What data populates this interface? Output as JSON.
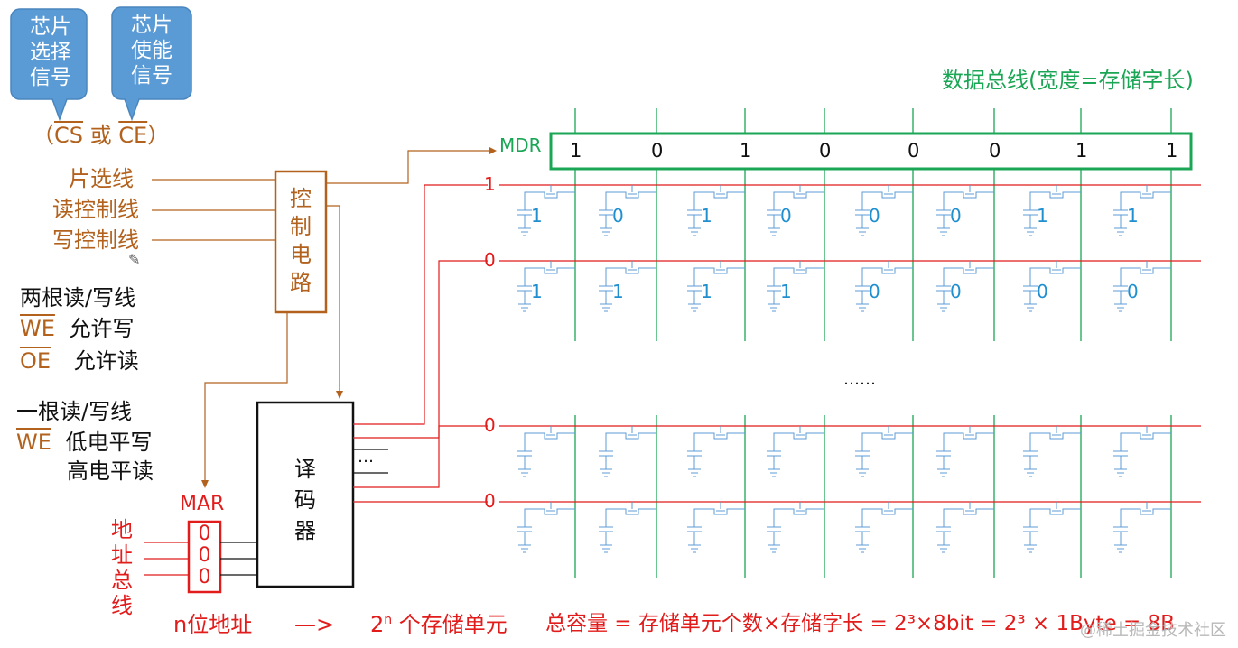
{
  "bubbles": {
    "cs_lines": [
      "芯片",
      "选择",
      "信号"
    ],
    "ce_lines": [
      "芯片",
      "使能",
      "信号"
    ]
  },
  "signals": {
    "paren_open": "（",
    "cs": "CS",
    "or": "或",
    "ce": "CE",
    "paren_close": "）",
    "chip_select": "片选线",
    "read_ctrl": "读控制线",
    "write_ctrl": "写控制线"
  },
  "control": {
    "label": [
      "控",
      "制",
      "电",
      "路"
    ]
  },
  "decoder": {
    "label": [
      "译",
      "码",
      "器"
    ]
  },
  "notes": {
    "two_lines_title": "两根读/写线",
    "we": "WE",
    "we_desc": "允许写",
    "oe": "OE",
    "oe_desc": "允许读",
    "one_line_title": "一根读/写线",
    "we2": "WE",
    "we2_desc": "低电平写",
    "we2_desc2": "高电平读"
  },
  "mar": {
    "label": "MAR",
    "bits": [
      "0",
      "0",
      "0"
    ]
  },
  "address_bus": [
    "地",
    "址",
    "总",
    "线"
  ],
  "data_bus_label": "数据总线(宽度=存储字长)",
  "mdr": {
    "label": "MDR",
    "bits": [
      "1",
      "0",
      "1",
      "0",
      "0",
      "0",
      "1",
      "1"
    ]
  },
  "rows": [
    {
      "select": "1",
      "bits": [
        "1",
        "0",
        "1",
        "0",
        "0",
        "0",
        "1",
        "1"
      ]
    },
    {
      "select": "0",
      "bits": [
        "1",
        "1",
        "1",
        "1",
        "0",
        "0",
        "0",
        "0"
      ]
    },
    {
      "select": "0",
      "bits": []
    },
    {
      "select": "0",
      "bits": []
    }
  ],
  "ellipsis_rows": "……",
  "ellipsis_decoder": "…",
  "bottom": {
    "n_addr": "n位地址",
    "arrow": "—>",
    "units_base": "2",
    "units_exp": "n",
    "units_text": " 个存储单元",
    "capacity": "总容量 = 存储单元个数×存储字长 = 2³×8bit = 2³ × 1Byte = 8B"
  },
  "watermark": "@稀土掘金技术社区",
  "colors": {
    "brown": "#b3621e",
    "green": "#1aa655",
    "red": "#e21b1b",
    "blue": "#1f8fd0",
    "bubble": "#5b9bd5"
  }
}
